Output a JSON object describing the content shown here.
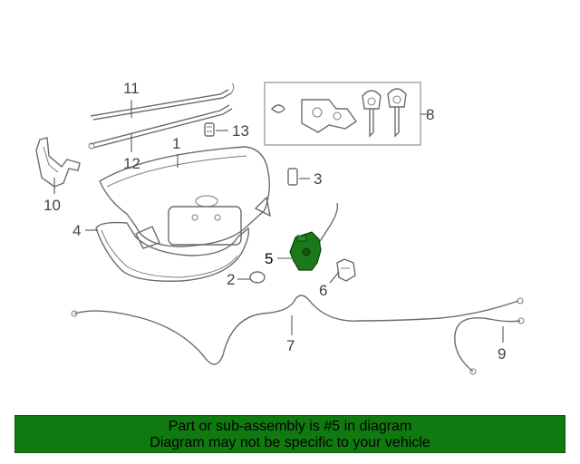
{
  "callouts": {
    "c1": "1",
    "c2": "2",
    "c3": "3",
    "c4": "4",
    "c5": "5",
    "c6": "6",
    "c7": "7",
    "c8": "8",
    "c9": "9",
    "c10": "10",
    "c11": "11",
    "c12": "12",
    "c13": "13"
  },
  "highlight_color": "#1a7a1a",
  "banner": {
    "line1": "Part or sub-assembly is #5 in diagram",
    "line2": "Diagram may not be specific to your vehicle",
    "color": "#107a10"
  }
}
